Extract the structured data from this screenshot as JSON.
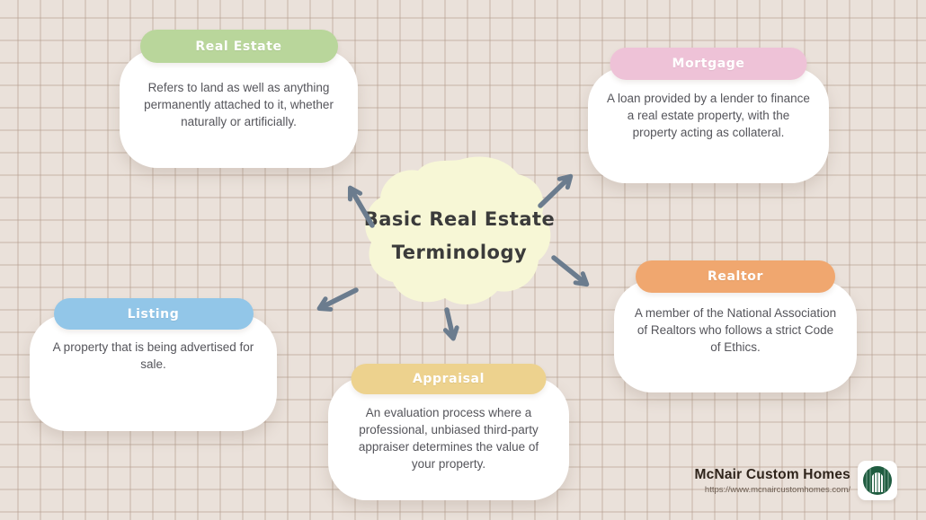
{
  "title": {
    "line1": "Basic Real Estate",
    "line2": "Terminology"
  },
  "nodes": [
    {
      "id": "real-estate",
      "label": "Real Estate",
      "color": "#b9d69b",
      "description": "Refers to land as well as anything permanently attached to it, whether naturally or artificially."
    },
    {
      "id": "mortgage",
      "label": "Mortgage",
      "color": "#eec2d7",
      "description": "A loan provided by a lender to finance a real estate property, with the property acting as collateral."
    },
    {
      "id": "realtor",
      "label": "Realtor",
      "color": "#f0a76f",
      "description": "A member of the National Association of Realtors who follows a strict Code of Ethics."
    },
    {
      "id": "listing",
      "label": "Listing",
      "color": "#92c6e8",
      "description": "A property that is being advertised for sale."
    },
    {
      "id": "appraisal",
      "label": "Appraisal",
      "color": "#edd28e",
      "description": "An evaluation process where a professional, unbiased third-party appraiser determines the value of your property."
    }
  ],
  "footer": {
    "company": "McNair Custom Homes",
    "url": "https://www.mcnaircustomhomes.com/"
  },
  "palette": {
    "background": "#eae1da",
    "grid_line": "#d9cec6",
    "blob_fill": "#f7f7d6",
    "arrow": "#6b7c8e",
    "card_bg": "#ffffff",
    "card_text": "#55555b",
    "title_text": "#3b3b3b",
    "pill_text": "#ffffff",
    "logo_green": "#1f5c40"
  }
}
